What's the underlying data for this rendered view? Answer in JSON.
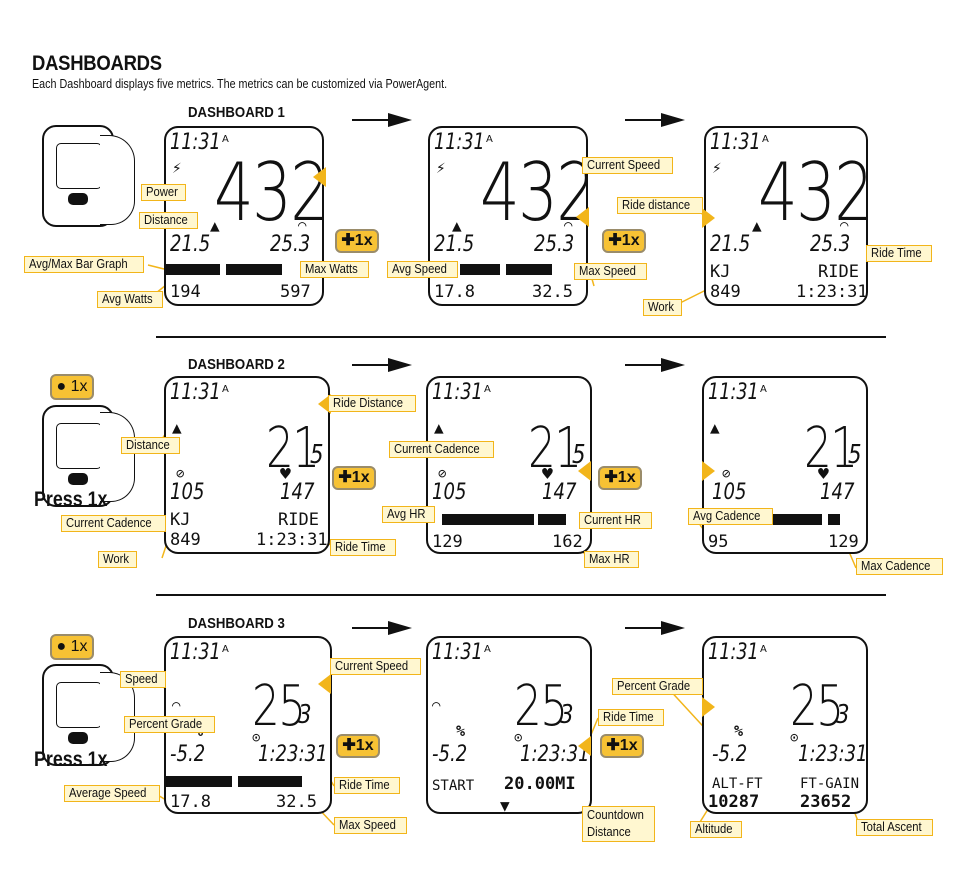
{
  "header": {
    "title": "DASHBOARDS",
    "subtitle": "Each Dashboard displays five metrics.  The metrics can be customized via PowerAgent."
  },
  "colors": {
    "accent": "#f2b51a",
    "label_bg": "#fff7d0",
    "button_bg": "#f7c234"
  },
  "icons": [
    "arrow-right-icon",
    "power-icon",
    "mountain-icon",
    "speedometer-icon",
    "heart-icon",
    "cadence-icon",
    "clock-icon",
    "plus-icon",
    "triangle-down-icon"
  ],
  "press_label": "Press 1x",
  "dot_button": "1x",
  "plus_button": "1x",
  "dashboards": [
    {
      "title": "DASHBOARD 1",
      "screens": [
        {
          "time": "11:31",
          "a": "A",
          "big": "432",
          "left_mid": "21.5",
          "right_mid": "25.3",
          "left_bottom": "194",
          "right_bottom": "597"
        },
        {
          "time": "11:31",
          "a": "A",
          "big": "432",
          "left_mid": "21.5",
          "right_mid": "25.3",
          "left_bottom": "17.8",
          "right_bottom": "32.5"
        },
        {
          "time": "11:31",
          "a": "A",
          "big": "432",
          "left_mid": "21.5",
          "right_mid": "25.3",
          "left_label": "KJ",
          "right_label": "RIDE",
          "left_bottom": "849",
          "right_bottom": "1:23:31"
        }
      ],
      "labels": {
        "power": "Power",
        "distance": "Distance",
        "bar_graph": "Avg/Max Bar Graph",
        "avg_watts": "Avg Watts",
        "max_watts": "Max Watts",
        "current_speed": "Current Speed",
        "avg_speed": "Avg Speed",
        "max_speed": "Max Speed",
        "ride_distance": "Ride distance",
        "ride_time": "Ride Time",
        "work": "Work"
      }
    },
    {
      "title": "DASHBOARD 2",
      "screens": [
        {
          "time": "11:31",
          "a": "A",
          "big": "21",
          "big_small": "5",
          "left_mid": "105",
          "right_mid": "147",
          "left_label": "KJ",
          "right_label": "RIDE",
          "left_bottom": "849",
          "right_bottom": "1:23:31"
        },
        {
          "time": "11:31",
          "a": "A",
          "big": "21",
          "big_small": "5",
          "left_mid": "105",
          "right_mid": "147",
          "left_bottom": "129",
          "right_bottom": "162"
        },
        {
          "time": "11:31",
          "a": "A",
          "big": "21",
          "big_small": "5",
          "left_mid": "105",
          "right_mid": "147",
          "left_bottom": "95",
          "right_bottom": "129"
        }
      ],
      "labels": {
        "ride_distance": "Ride Distance",
        "distance": "Distance",
        "current_cadence": "Current Cadence",
        "work": "Work",
        "ride_time": "Ride Time",
        "current_cadence_2": "Current Cadence",
        "avg_hr": "Avg HR",
        "current_hr": "Current HR",
        "max_hr": "Max HR",
        "avg_cadence": "Avg Cadence",
        "max_cadence": "Max Cadence"
      }
    },
    {
      "title": "DASHBOARD 3",
      "screens": [
        {
          "time": "11:31",
          "a": "A",
          "big": "25",
          "big_small": "3",
          "pct": "%",
          "grade": "-5.2",
          "ride_time": "1:23:31",
          "left_bottom": "17.8",
          "right_bottom": "32.5"
        },
        {
          "time": "11:31",
          "a": "A",
          "big": "25",
          "big_small": "3",
          "pct": "%",
          "grade": "-5.2",
          "ride_time": "1:23:31",
          "left_label": "START",
          "right_label": "20.00MI"
        },
        {
          "time": "11:31",
          "a": "A",
          "big": "25",
          "big_small": "3",
          "pct": "%",
          "grade": "-5.2",
          "ride_time": "1:23:31",
          "left_label": "ALT-FT",
          "right_label": "FT-GAIN",
          "left_bottom": "10287",
          "right_bottom": "23652"
        }
      ],
      "labels": {
        "speed": "Speed",
        "percent_grade": "Percent Grade",
        "current_speed": "Current Speed",
        "ride_time": "Ride Time",
        "average_speed": "Average Speed",
        "max_speed": "Max Speed",
        "ride_time_2": "Ride Time",
        "countdown": "Countdown",
        "distance": "Distance",
        "percent_grade_2": "Percent Grade",
        "altitude": "Altitude",
        "total_ascent": "Total Ascent"
      }
    }
  ]
}
